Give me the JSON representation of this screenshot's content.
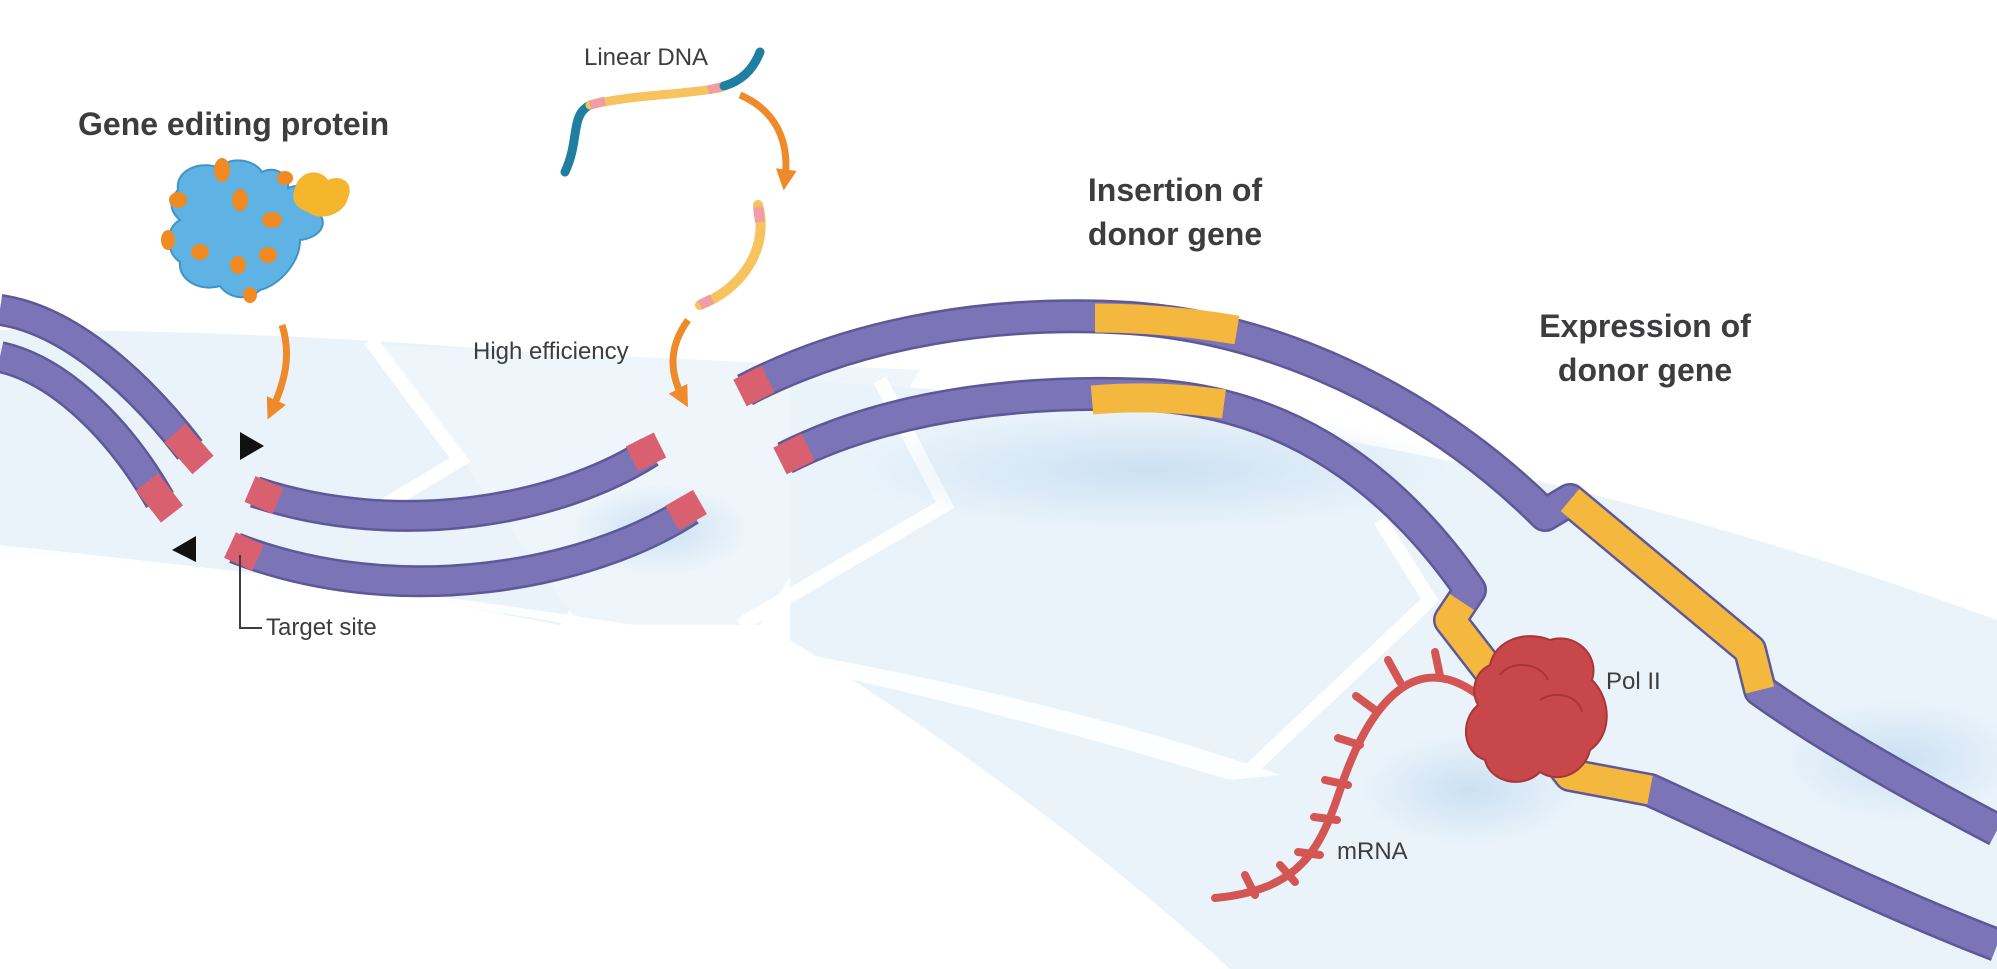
{
  "labels": {
    "gene_editing_protein": "Gene editing protein",
    "linear_dna": "Linear DNA",
    "high_efficiency": "High efficiency",
    "target_site": "Target site",
    "insertion_line1": "Insertion of",
    "insertion_line2": "donor gene",
    "expression_line1": "Expression of",
    "expression_line2": "donor gene",
    "pol_ii": "Pol II",
    "mrna": "mRNA"
  },
  "colors": {
    "dna_strand": "#7b74b6",
    "dna_edge": "#5e5798",
    "cut_end": "#d9616f",
    "donor_gene": "#f5b83f",
    "linear_dna_tail": "#1f7fa0",
    "linear_dna_body": "#f6c35e",
    "arrow": "#ef8a2a",
    "protein_body": "#5fb3e4",
    "protein_accent": "#f08a22",
    "protein_cap": "#f5b52d",
    "pol_ii": "#c8474a",
    "mrna": "#d35654",
    "band": "#e8f2fa",
    "text": "#3d3d3f"
  }
}
